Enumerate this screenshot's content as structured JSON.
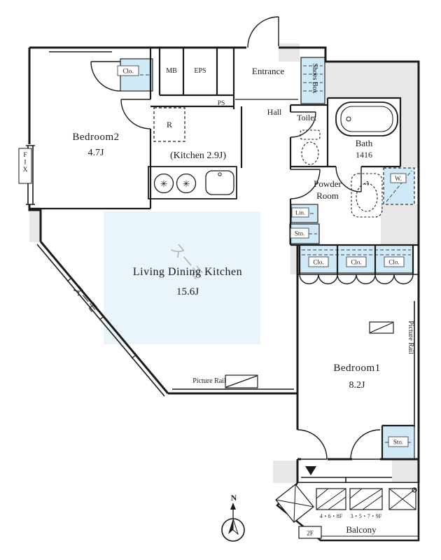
{
  "rooms": {
    "bedroom2": {
      "name": "Bedroom2",
      "size": "4.7J"
    },
    "kitchen": {
      "label": "(Kitchen 2.9J)"
    },
    "ldk": {
      "name": "Living Dining Kitchen",
      "size": "15.6J"
    },
    "bedroom1": {
      "name": "Bedroom1",
      "size": "8.2J"
    },
    "bath": {
      "name": "Bath",
      "size": "1416"
    },
    "powder_room": {
      "line1": "Powder",
      "line2": "Room"
    },
    "toilet": {
      "name": "Toilet"
    },
    "hall": {
      "name": "Hall"
    },
    "entrance": {
      "name": "Entrance"
    },
    "balcony": {
      "name": "Balcony"
    }
  },
  "storage": {
    "bedroom2_closet": "Clo.",
    "shoes_box": "Shoes Box",
    "linen": "Lin.",
    "hall_storage": "Sto.",
    "bedroom1_closets": [
      "Clo.",
      "Clo.",
      "Clo."
    ],
    "bedroom1_storage": "Sto."
  },
  "fixtures": {
    "refrigerator": "R",
    "washer": "W.",
    "burner_icon": "✳"
  },
  "shafts": {
    "mb": "MB",
    "eps": "EPS",
    "ps": "PS"
  },
  "annotations": {
    "fix": "FIX",
    "picture_rail_ldk": "Picture Rail",
    "picture_rail_bedroom1": "Picture Rail",
    "balcony_floors_1": "4・6・8F",
    "balcony_floors_2": "3・5・7・9F",
    "balcony_floor_2f": "2F",
    "compass_north": "N",
    "watermark": "スーモ"
  },
  "colors": {
    "closet_fill": "#cfe9f6",
    "ldk_highlight": "#e9f4fb",
    "wall": "#1a1a1a",
    "wall_gray": "#e7e7e7"
  }
}
